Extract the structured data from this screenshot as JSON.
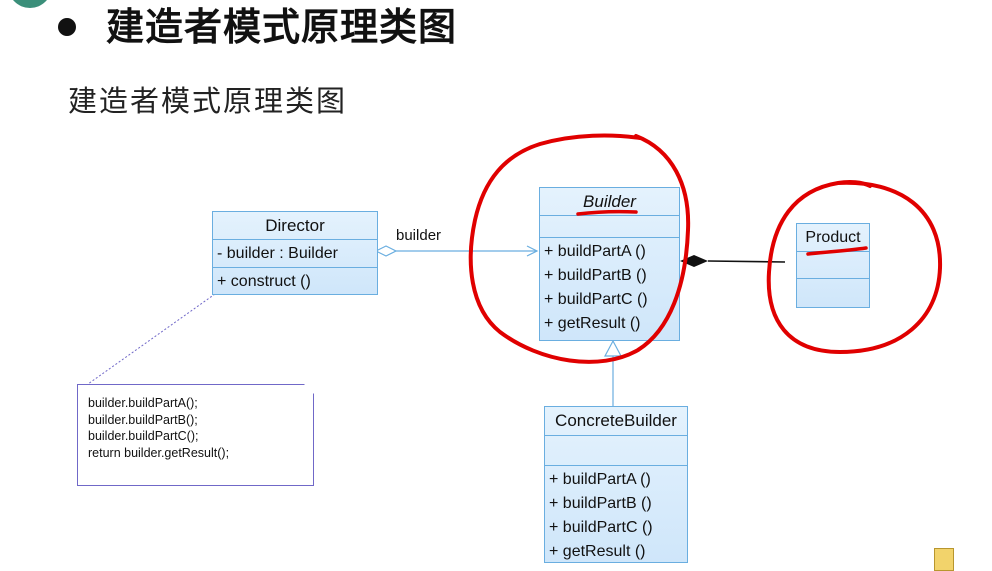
{
  "slide": {
    "title": "建造者模式原理类图",
    "subtitle": "建造者模式原理类图"
  },
  "diagram": {
    "director": {
      "name": "Director",
      "attributes": [
        "- builder : Builder"
      ],
      "operations": [
        "+ construct ()"
      ]
    },
    "builder": {
      "name": "Builder",
      "operations": [
        "+ buildPartA ()",
        "+ buildPartB ()",
        "+ buildPartC ()",
        "+ getResult ()"
      ]
    },
    "product": {
      "name": "Product"
    },
    "concrete_builder": {
      "name": "ConcreteBuilder",
      "operations": [
        "+ buildPartA ()",
        "+ buildPartB ()",
        "+ buildPartC ()",
        "+ getResult ()"
      ]
    },
    "association_label": "builder",
    "note_lines": [
      "builder.buildPartA();",
      "builder.buildPartB();",
      "builder.buildPartC();",
      "return builder.getResult();"
    ]
  },
  "colors": {
    "class_border": "#6aaee0",
    "class_fill": "#d9ecfb",
    "annotation": "#e00000",
    "note_border": "#7068c8"
  }
}
